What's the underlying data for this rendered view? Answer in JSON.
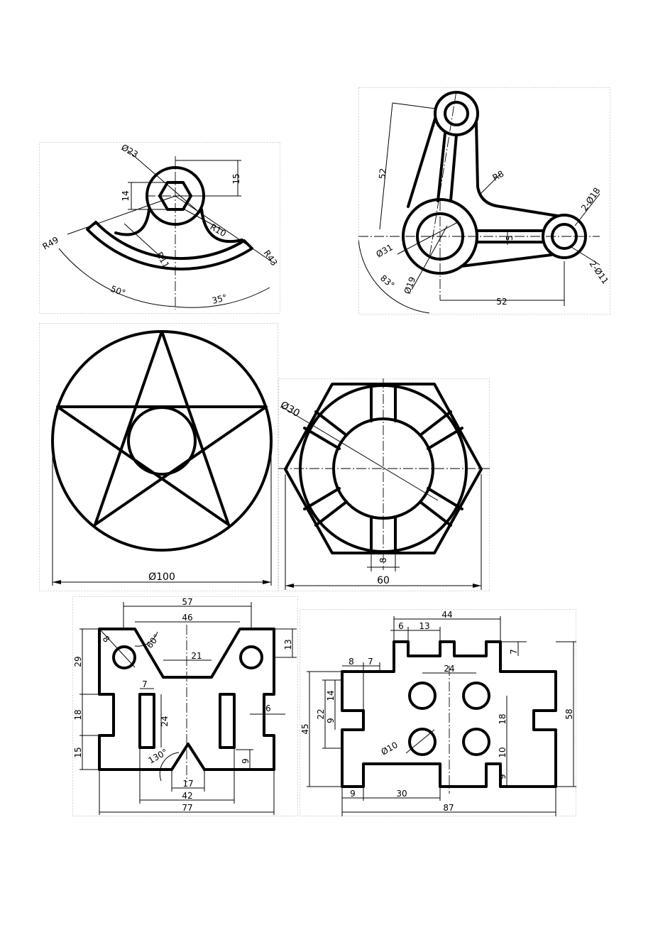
{
  "drawings": {
    "fan_part": {
      "labels": {
        "dia_23": "Ø23",
        "dim_15": "15",
        "dim_14": "14",
        "r10": "R10",
        "r11": "R11",
        "r49": "R49",
        "r43": "R43",
        "ang_50": "50°",
        "ang_35": "35°"
      }
    },
    "lever_arm": {
      "labels": {
        "dim_52_slant": "52",
        "r8": "R8",
        "phi18": "2-Ø18",
        "dim_5": "5",
        "dia_31": "Ø31",
        "phi11": "2-Ø11",
        "dia_19": "Ø19",
        "ang_83": "83°",
        "dim_52_horiz": "52"
      }
    },
    "star_circle": {
      "labels": {
        "dia_100": "Ø100"
      }
    },
    "hex_nut": {
      "labels": {
        "dia_30": "Ø30",
        "dim_8": "8",
        "dim_60": "60"
      }
    },
    "plate_a": {
      "labels": {
        "d57": "57",
        "d46": "46",
        "d8": "8",
        "a60": "60°",
        "d13": "13",
        "d21": "21",
        "d29": "29",
        "d7": "7",
        "d18": "18",
        "d24": "24",
        "d6": "6",
        "d15": "15",
        "a130": "130°",
        "d9": "9",
        "d17": "17",
        "d42": "42",
        "d77": "77"
      }
    },
    "plate_b": {
      "labels": {
        "d44": "44",
        "d6": "6",
        "d13": "13",
        "d7a": "7",
        "d8": "8",
        "d7b": "7",
        "d24": "24",
        "d14": "14",
        "d22": "22",
        "d45": "45",
        "d9a": "9",
        "d18": "18",
        "d58": "58",
        "d10a": "Ø10",
        "d10b": "10",
        "d9b": "9",
        "d9c": "9",
        "d30": "30",
        "d87": "87"
      }
    }
  }
}
